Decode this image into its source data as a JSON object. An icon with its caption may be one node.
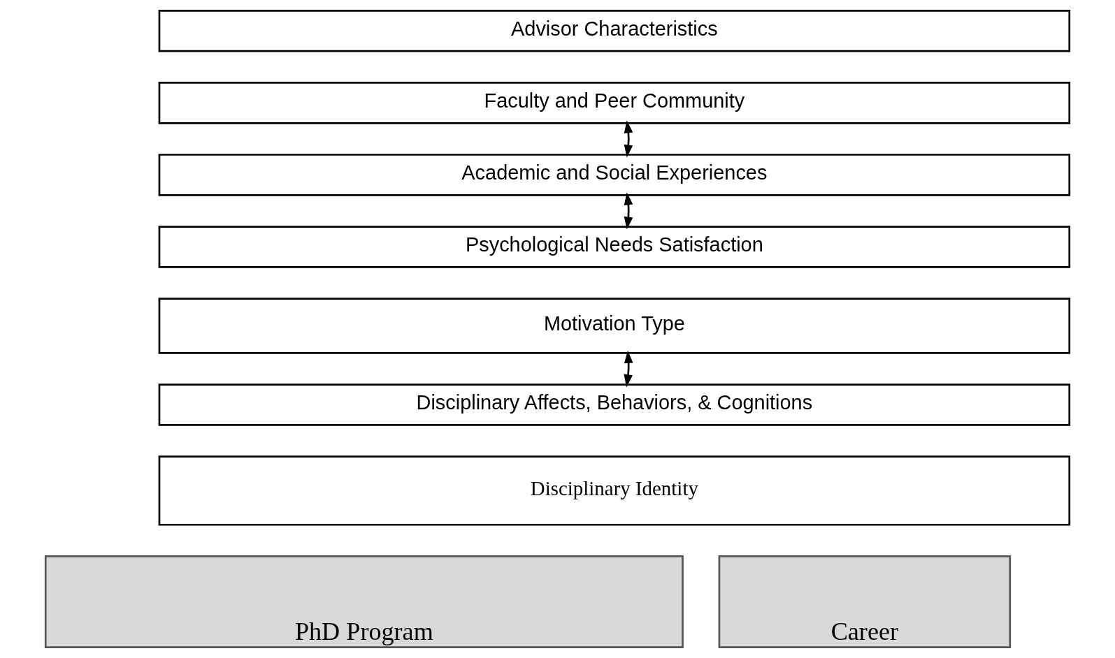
{
  "diagram": {
    "nodes": [
      {
        "text": [
          "PhD Program"
        ]
      },
      {
        "text": [
          "Career"
        ]
      },
      {
        "text": [
          "Advisor Characteristics"
        ]
      },
      {
        "text": [
          "Faculty and Peer Community"
        ]
      },
      {
        "text": [
          "Academic and Social Experiences"
        ]
      },
      {
        "text": [
          "Psychological Needs Satisfaction"
        ]
      },
      {
        "text": [
          "Motivation Type"
        ]
      },
      {
        "text": [
          "Disciplinary Affects, Behaviors, & Cognitions"
        ]
      },
      {
        "text": [
          "Disciplinary Identity"
        ]
      }
    ],
    "edges": [
      {
        "from": 3,
        "to": 4,
        "arrow": "both"
      },
      {
        "from": 4,
        "to": 5,
        "arrow": "both"
      },
      {
        "from": 6,
        "to": 7,
        "arrow": "both"
      }
    ]
  }
}
